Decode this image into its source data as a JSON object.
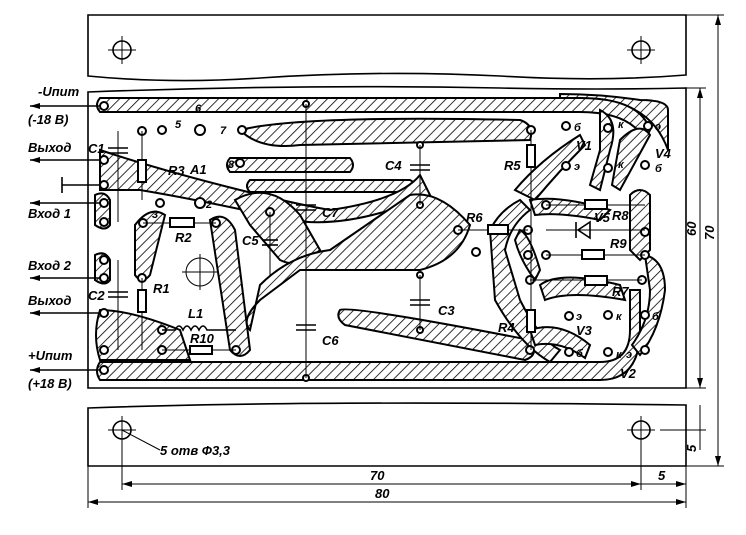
{
  "title": "Printed circuit board layout",
  "left_labels": {
    "neg_supply": "-Uпит",
    "neg_supply_value": "(-18 В)",
    "output_1": "Выход",
    "input_1": "Вход 1",
    "input_2": "Вход 2",
    "output_2": "Выход",
    "pos_supply": "+Uпит",
    "pos_supply_value": "(+18 В)"
  },
  "components": {
    "C1": "C1",
    "C2": "C2",
    "C3": "C3",
    "C4": "C4",
    "C5": "C5",
    "C6": "C6",
    "C7": "C7",
    "R1": "R1",
    "R2": "R2",
    "R3": "R3",
    "R4": "R4",
    "R5": "R5",
    "R6": "R6",
    "R7": "R7",
    "R8": "R8",
    "R9": "R9",
    "R10": "R10",
    "L1": "L1",
    "A1": "A1",
    "V1": "V1",
    "V2": "V2",
    "V3": "V3",
    "V4": "V4",
    "V5": "V5"
  },
  "pins": {
    "p2": "2",
    "p3": "3",
    "p5": "5",
    "p6": "6",
    "p7": "7",
    "p8": "8"
  },
  "transistor_pins": {
    "e": "э",
    "b": "б",
    "k": "к"
  },
  "dimensions": {
    "height_60": "60",
    "height_70": "70",
    "margin_5_v": "5",
    "width_70": "70",
    "margin_5_h": "5",
    "width_80": "80",
    "holes_note": "5 отв Ф3,3"
  }
}
